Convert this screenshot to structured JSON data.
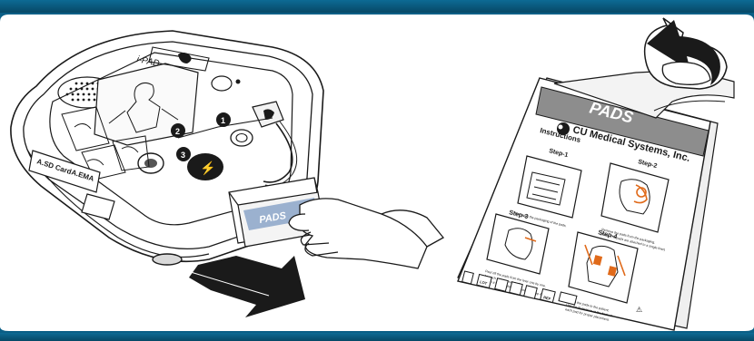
{
  "colors": {
    "banner": "#0b5f86",
    "banner_dark": "#073f5c",
    "line": "#1a1a1a",
    "gray_band": "#8d8d8d",
    "orange": "#e06a1a",
    "pad_blue": "#5b7fb0"
  },
  "device": {
    "brand": "i-PAD",
    "cards": [
      "A.SD Card",
      "A.EMA"
    ],
    "button_labels": [
      "1",
      "2",
      "3"
    ],
    "shock_symbol": "⚡"
  },
  "pads_package": {
    "band_title": "PADS",
    "company": "CU Medical Systems, Inc.",
    "instructions_title": "Instructions",
    "steps": [
      "Step-1",
      "Step-2",
      "Step-3",
      "Step-4"
    ],
    "caption_step1": "Tear open the packaging of the pads.",
    "caption_step2a": "Remove the pads from the packaging.",
    "caption_step2b": "(Note: The pads are attached to a single liner)",
    "caption_step3a": "Peel off the pads from the liner one by one.",
    "caption_step3b": "As each pad is peeled off,",
    "caption_step3c": "attach it to the patient as shown in Step 4.",
    "caption_step4a": "Attach the pads to the patient.",
    "caption_step4b": "Use the illustration at the back of",
    "caption_step4c": "each pad for proper placement.",
    "symbol_labels": [
      "LOT",
      "REF"
    ],
    "warning_symbol": "⚠"
  },
  "icons": [
    "return-arrow-icon",
    "pull-direction-arrow-icon",
    "warning-icon",
    "shock-icon"
  ]
}
